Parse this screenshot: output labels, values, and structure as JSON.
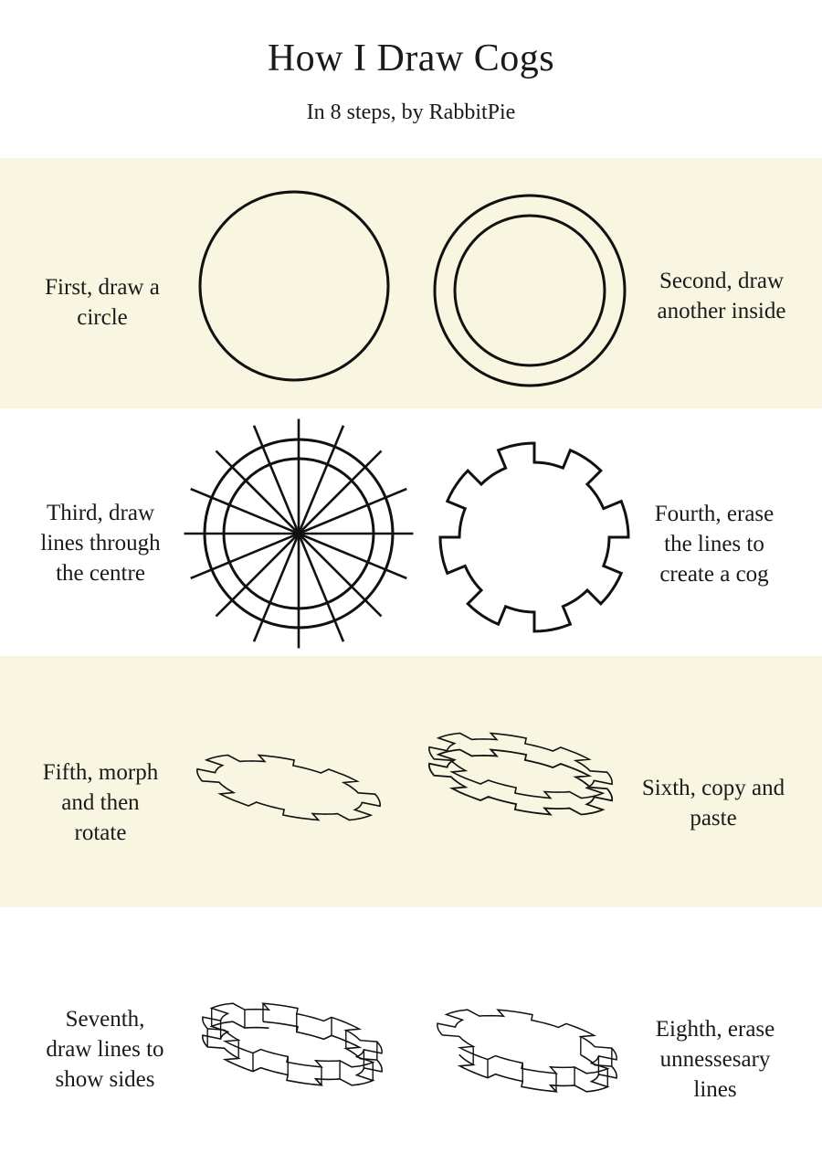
{
  "header": {
    "title": "How I Draw Cogs",
    "subtitle": "In 8 steps, by RabbitPie"
  },
  "colors": {
    "band_tint": "#f8f5e0",
    "background": "#ffffff",
    "ink": "#111111"
  },
  "steps": [
    {
      "number": 1,
      "caption": "First, draw a\ncircle",
      "figure": "single-circle"
    },
    {
      "number": 2,
      "caption": "Second, draw\nanother inside",
      "figure": "concentric-circles"
    },
    {
      "number": 3,
      "caption": "Third, draw\nlines through\nthe centre",
      "figure": "circles-with-radial-lines"
    },
    {
      "number": 4,
      "caption": "Fourth, erase\nthe lines to\ncreate a cog",
      "figure": "flat-cog"
    },
    {
      "number": 5,
      "caption": "Fifth, morph\nand then\nrotate",
      "figure": "perspective-cog"
    },
    {
      "number": 6,
      "caption": "Sixth, copy and\npaste",
      "figure": "stacked-perspective-cogs"
    },
    {
      "number": 7,
      "caption": "Seventh,\ndraw lines to\nshow sides",
      "figure": "cog-with-side-lines"
    },
    {
      "number": 8,
      "caption": "Eighth, erase\nunnessesary\nlines",
      "figure": "finished-3d-cog"
    }
  ]
}
